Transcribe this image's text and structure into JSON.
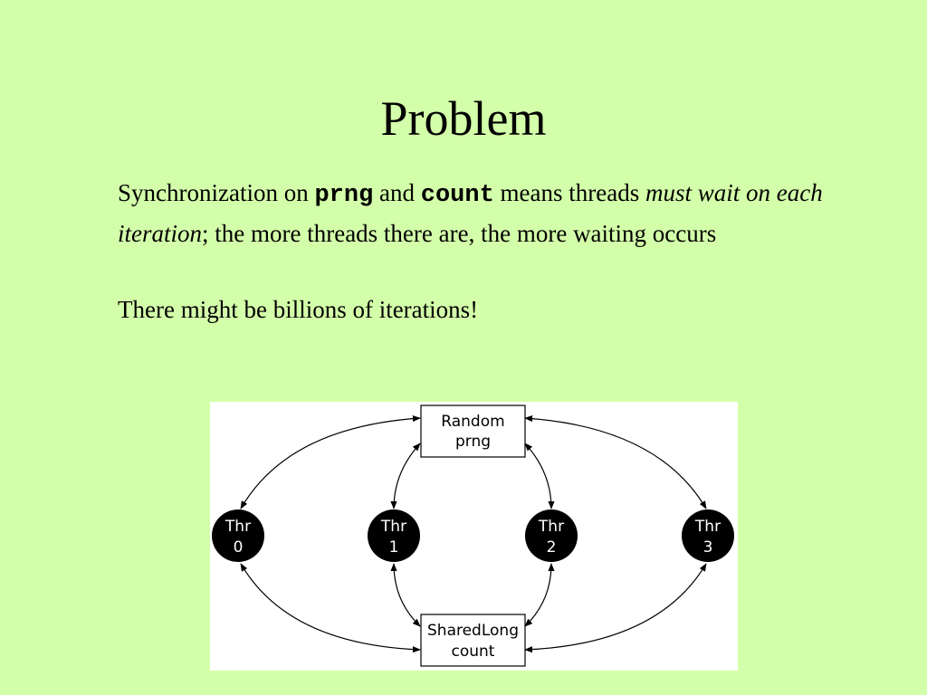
{
  "slide": {
    "title": "Problem",
    "para1": {
      "t1": "Synchronization on ",
      "code1": "prng",
      "t2": " and ",
      "code2": "count",
      "t3": " means threads ",
      "em": "must wait on each iteration",
      "t4": "; the more threads there are, the more waiting occurs"
    },
    "para2": "There might be billions of iterations!"
  },
  "diagram": {
    "random_box": {
      "line1": "Random",
      "line2": "prng"
    },
    "shared_box": {
      "line1": "SharedLong",
      "line2": "count"
    },
    "threads": [
      {
        "line1": "Thr",
        "line2": "0"
      },
      {
        "line1": "Thr",
        "line2": "1"
      },
      {
        "line1": "Thr",
        "line2": "2"
      },
      {
        "line1": "Thr",
        "line2": "3"
      }
    ]
  },
  "colors": {
    "background": "#d4ffaa",
    "node_fill": "#000000",
    "node_text": "#ffffff",
    "box_border": "#000000"
  }
}
